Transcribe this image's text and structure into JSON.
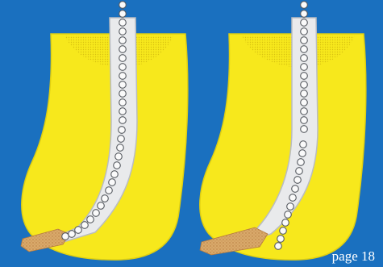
{
  "page": {
    "label": "page 18"
  },
  "colors": {
    "background": "#1a70bf",
    "root": "#f7e81c",
    "root_edge": "#e0cf10",
    "dentin_hatch": "#d8c210",
    "canal": "#e9eaec",
    "canal_edge": "#b9bcc2",
    "file_bead": "#fafafa",
    "file_bead_edge": "#565a60",
    "debris": "#d9a96a",
    "debris_dark": "#b67a3e"
  },
  "panels": [
    {
      "name": "left-tooth",
      "file_deviates": false
    },
    {
      "name": "right-tooth",
      "file_deviates": true
    }
  ]
}
